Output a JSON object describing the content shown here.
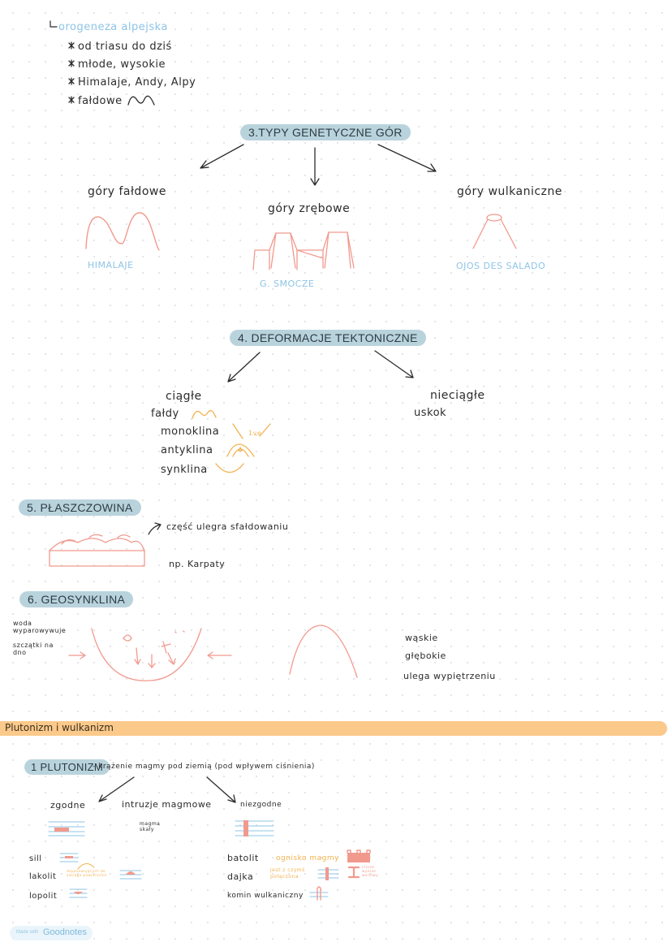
{
  "top_list": {
    "heading": "orogeneza alpejska",
    "items": [
      "od triasu do dziś",
      "młode, wysokie",
      "Himalaje, Andy, Alpy",
      "fałdowe"
    ]
  },
  "section3": {
    "title": "3.TYPY GENETYCZNE GÓR",
    "types": [
      {
        "label": "góry fałdowe",
        "example": "HIMALAJE"
      },
      {
        "label": "góry zrębowe",
        "example": "G. SMOCZE"
      },
      {
        "label": "góry wulkaniczne",
        "example": "OJOS DES SALADO"
      }
    ]
  },
  "section4": {
    "title": "4. DEFORMACJE TEKTONICZNE",
    "continuous": {
      "label": "ciągłe",
      "folds": "fałdy",
      "subtypes": [
        "monoklina",
        "antyklina",
        "synklina"
      ],
      "monoklina_note": "1ve"
    },
    "discontinuous": {
      "label": "nieciągłe",
      "items": [
        "uskok"
      ]
    }
  },
  "section5": {
    "title": "5. PŁASZCZOWINA",
    "note": "część ulegra sfałdowaniu",
    "example": "np. Karpaty"
  },
  "section6": {
    "title": "6. GEOSYNKLINA",
    "left_notes": [
      "woda wyparowywuje",
      "szczątki na dno"
    ],
    "features": [
      "wąskie",
      "głębokie",
      "ulega wypiętrzeniu"
    ]
  },
  "banner": {
    "label": "Plutonizm i wulkanizm"
  },
  "section_plutonizm": {
    "title": "1 PLUTONIZM",
    "definition": "- krążenie magmy pod ziemią (pod wpływem ciśnienia)",
    "center_label": "intruzje magmowe",
    "center_note": "magma skały",
    "concordant": {
      "label": "zgodne",
      "items": [
        "sill",
        "lakolit",
        "lopolit"
      ],
      "lakolit_note": "dopasowujących do zasięgu powierzchni"
    },
    "discordant": {
      "label": "niezgodne",
      "items": [
        "batolit",
        "dajka",
        "komin wulkaniczny"
      ],
      "batolit_note": "ognisko magmy",
      "dajka_note": "jest z czymś połączona",
      "symbol_note": "niższe wyższe warstwy"
    }
  },
  "footer": {
    "prefix": "Made with",
    "brand": "Goodnotes"
  },
  "colors": {
    "pill": "#b9d3dc",
    "salmon": "#f2998e",
    "orange": "#f2b24e",
    "light_blue": "#8ec4e6",
    "banner": "#fbc98a"
  }
}
